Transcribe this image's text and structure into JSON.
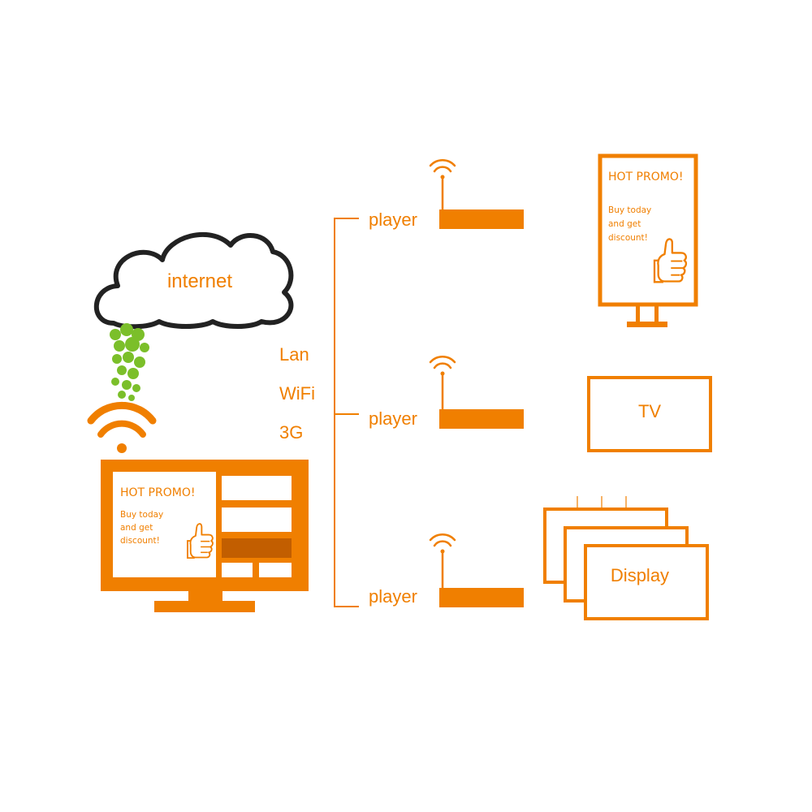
{
  "colors": {
    "accent": "#F07F00",
    "dark_accent": "#C25E00",
    "dots": "#7BBF2A",
    "cloud_outline": "#222222",
    "white": "#FFFFFF"
  },
  "cloud": {
    "label": "internet"
  },
  "connections": [
    "Lan",
    "WiFi",
    "3G"
  ],
  "server_screen": {
    "title": "HOT PROMO!",
    "body": [
      "Buy today",
      "and get",
      "discount!"
    ],
    "icon": "thumbs-up-icon"
  },
  "players": [
    {
      "label": "player"
    },
    {
      "label": "player"
    },
    {
      "label": "player"
    }
  ],
  "outputs": {
    "portrait": {
      "title": "HOT PROMO!",
      "body": [
        "Buy today",
        "and get",
        "discount!"
      ],
      "icon": "thumbs-up-icon"
    },
    "tv": {
      "label": "TV"
    },
    "display": {
      "label": "Display"
    }
  }
}
